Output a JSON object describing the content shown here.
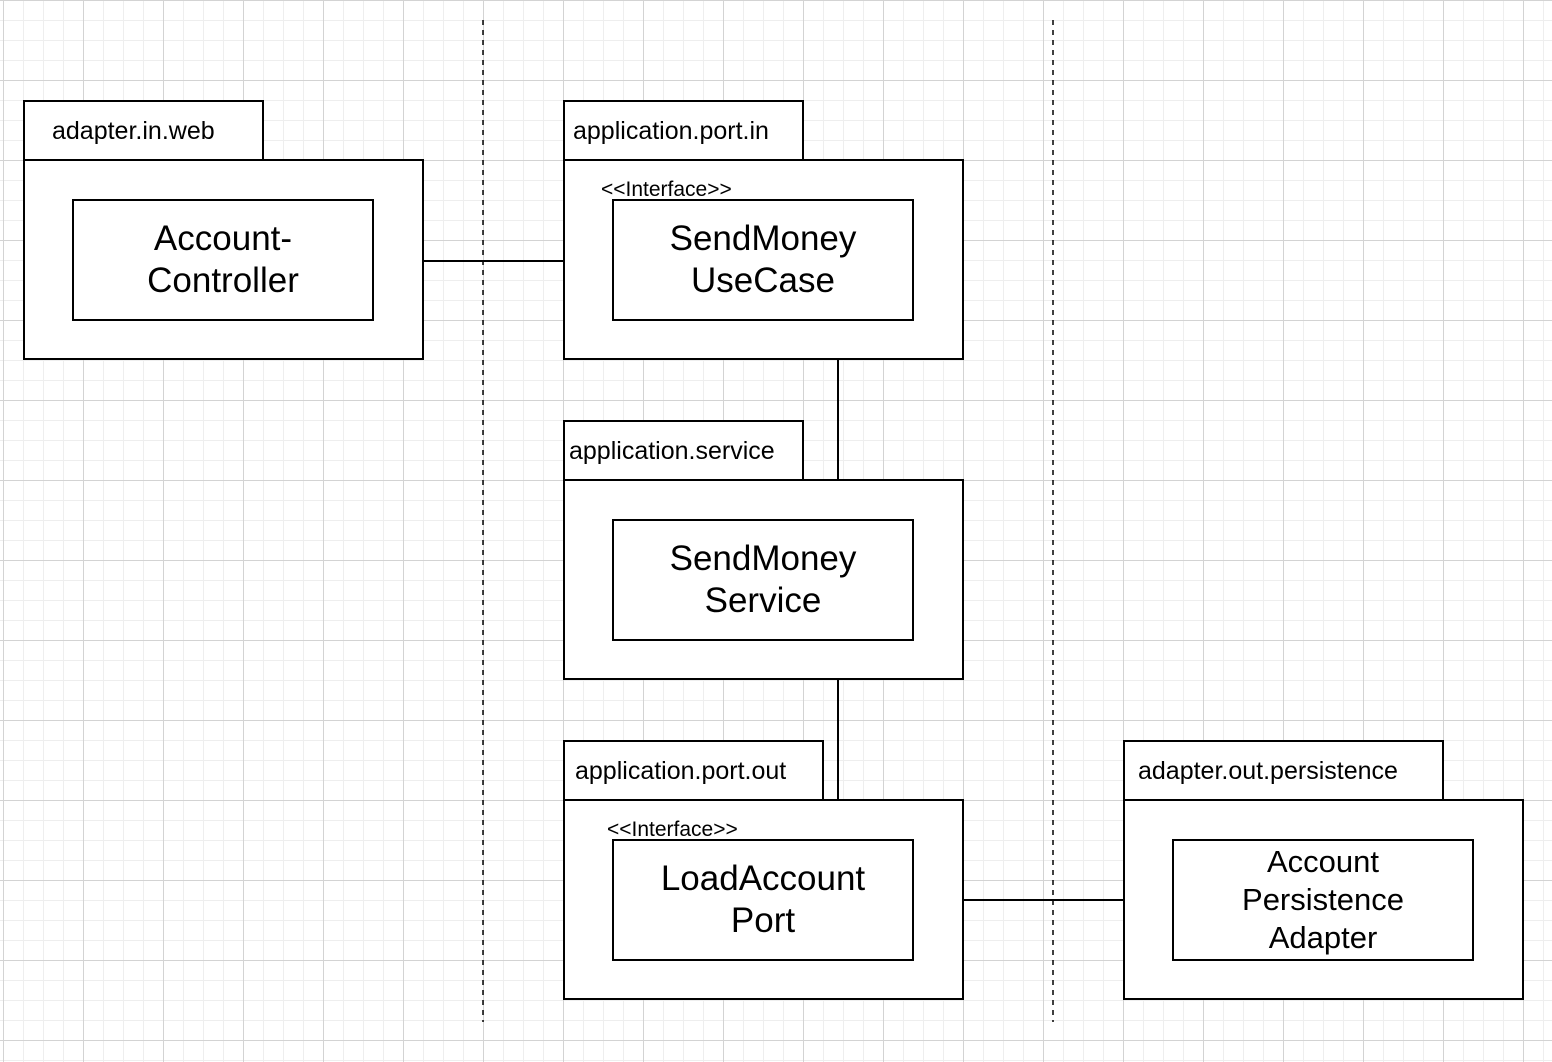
{
  "packages": {
    "adapter_in_web": {
      "label": "adapter.in.web"
    },
    "application_port_in": {
      "label": "application.port.in"
    },
    "application_service": {
      "label": "application.service"
    },
    "application_port_out": {
      "label": "application.port.out"
    },
    "adapter_out_persistence": {
      "label": "adapter.out.persistence"
    }
  },
  "classes": {
    "account_controller": {
      "name": "Account-\nController"
    },
    "send_money_use_case": {
      "name": "SendMoney\nUseCase",
      "stereotype": "<<Interface>>"
    },
    "send_money_service": {
      "name": "SendMoney\nService"
    },
    "load_account_port": {
      "name": "LoadAccount\nPort",
      "stereotype": "<<Interface>>"
    },
    "account_persistence_adapter": {
      "name": "Account\nPersistence\nAdapter"
    }
  },
  "relations": [
    {
      "from": "Account-Controller",
      "to": "SendMoney UseCase",
      "kind": "dependency"
    },
    {
      "from": "SendMoney Service",
      "to": "SendMoney UseCase",
      "kind": "realization"
    },
    {
      "from": "SendMoney Service",
      "to": "LoadAccount Port",
      "kind": "dependency"
    },
    {
      "from": "Account Persistence Adapter",
      "to": "LoadAccount Port",
      "kind": "realization"
    }
  ],
  "colors": {
    "stroke": "#000000",
    "grid_major": "#d3d3d3",
    "grid_minor": "#eeeeee",
    "background": "#ffffff"
  }
}
